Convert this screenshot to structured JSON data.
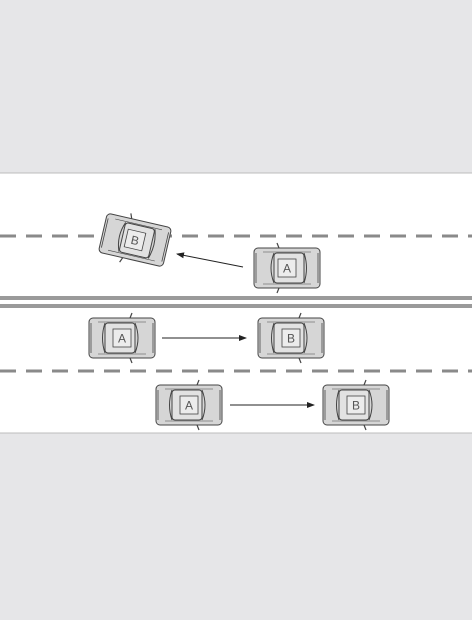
{
  "colors": {
    "background": "#e6e6e8",
    "road": "#ffffff",
    "road_edge": "#bcbcbc",
    "lane_dash": "#8a8a8a",
    "median": "#9a9a9a",
    "car_body": "#d6d6d6",
    "car_outline": "#444444",
    "arrow": "#222222"
  },
  "scenes": [
    {
      "name": "upper-lane-lane-change",
      "cars": [
        {
          "label": "B",
          "heading": "left",
          "tilt_deg": 13
        },
        {
          "label": "A",
          "heading": "left",
          "tilt_deg": 0
        }
      ],
      "arrow_direction": "left-up"
    },
    {
      "name": "lower-lane-middle-follow",
      "cars": [
        {
          "label": "A",
          "heading": "right",
          "tilt_deg": 0
        },
        {
          "label": "B",
          "heading": "right",
          "tilt_deg": 0
        }
      ],
      "arrow_direction": "right"
    },
    {
      "name": "lower-lane-bottom-follow",
      "cars": [
        {
          "label": "A",
          "heading": "right",
          "tilt_deg": 0
        },
        {
          "label": "B",
          "heading": "right",
          "tilt_deg": 0
        }
      ],
      "arrow_direction": "right"
    }
  ]
}
